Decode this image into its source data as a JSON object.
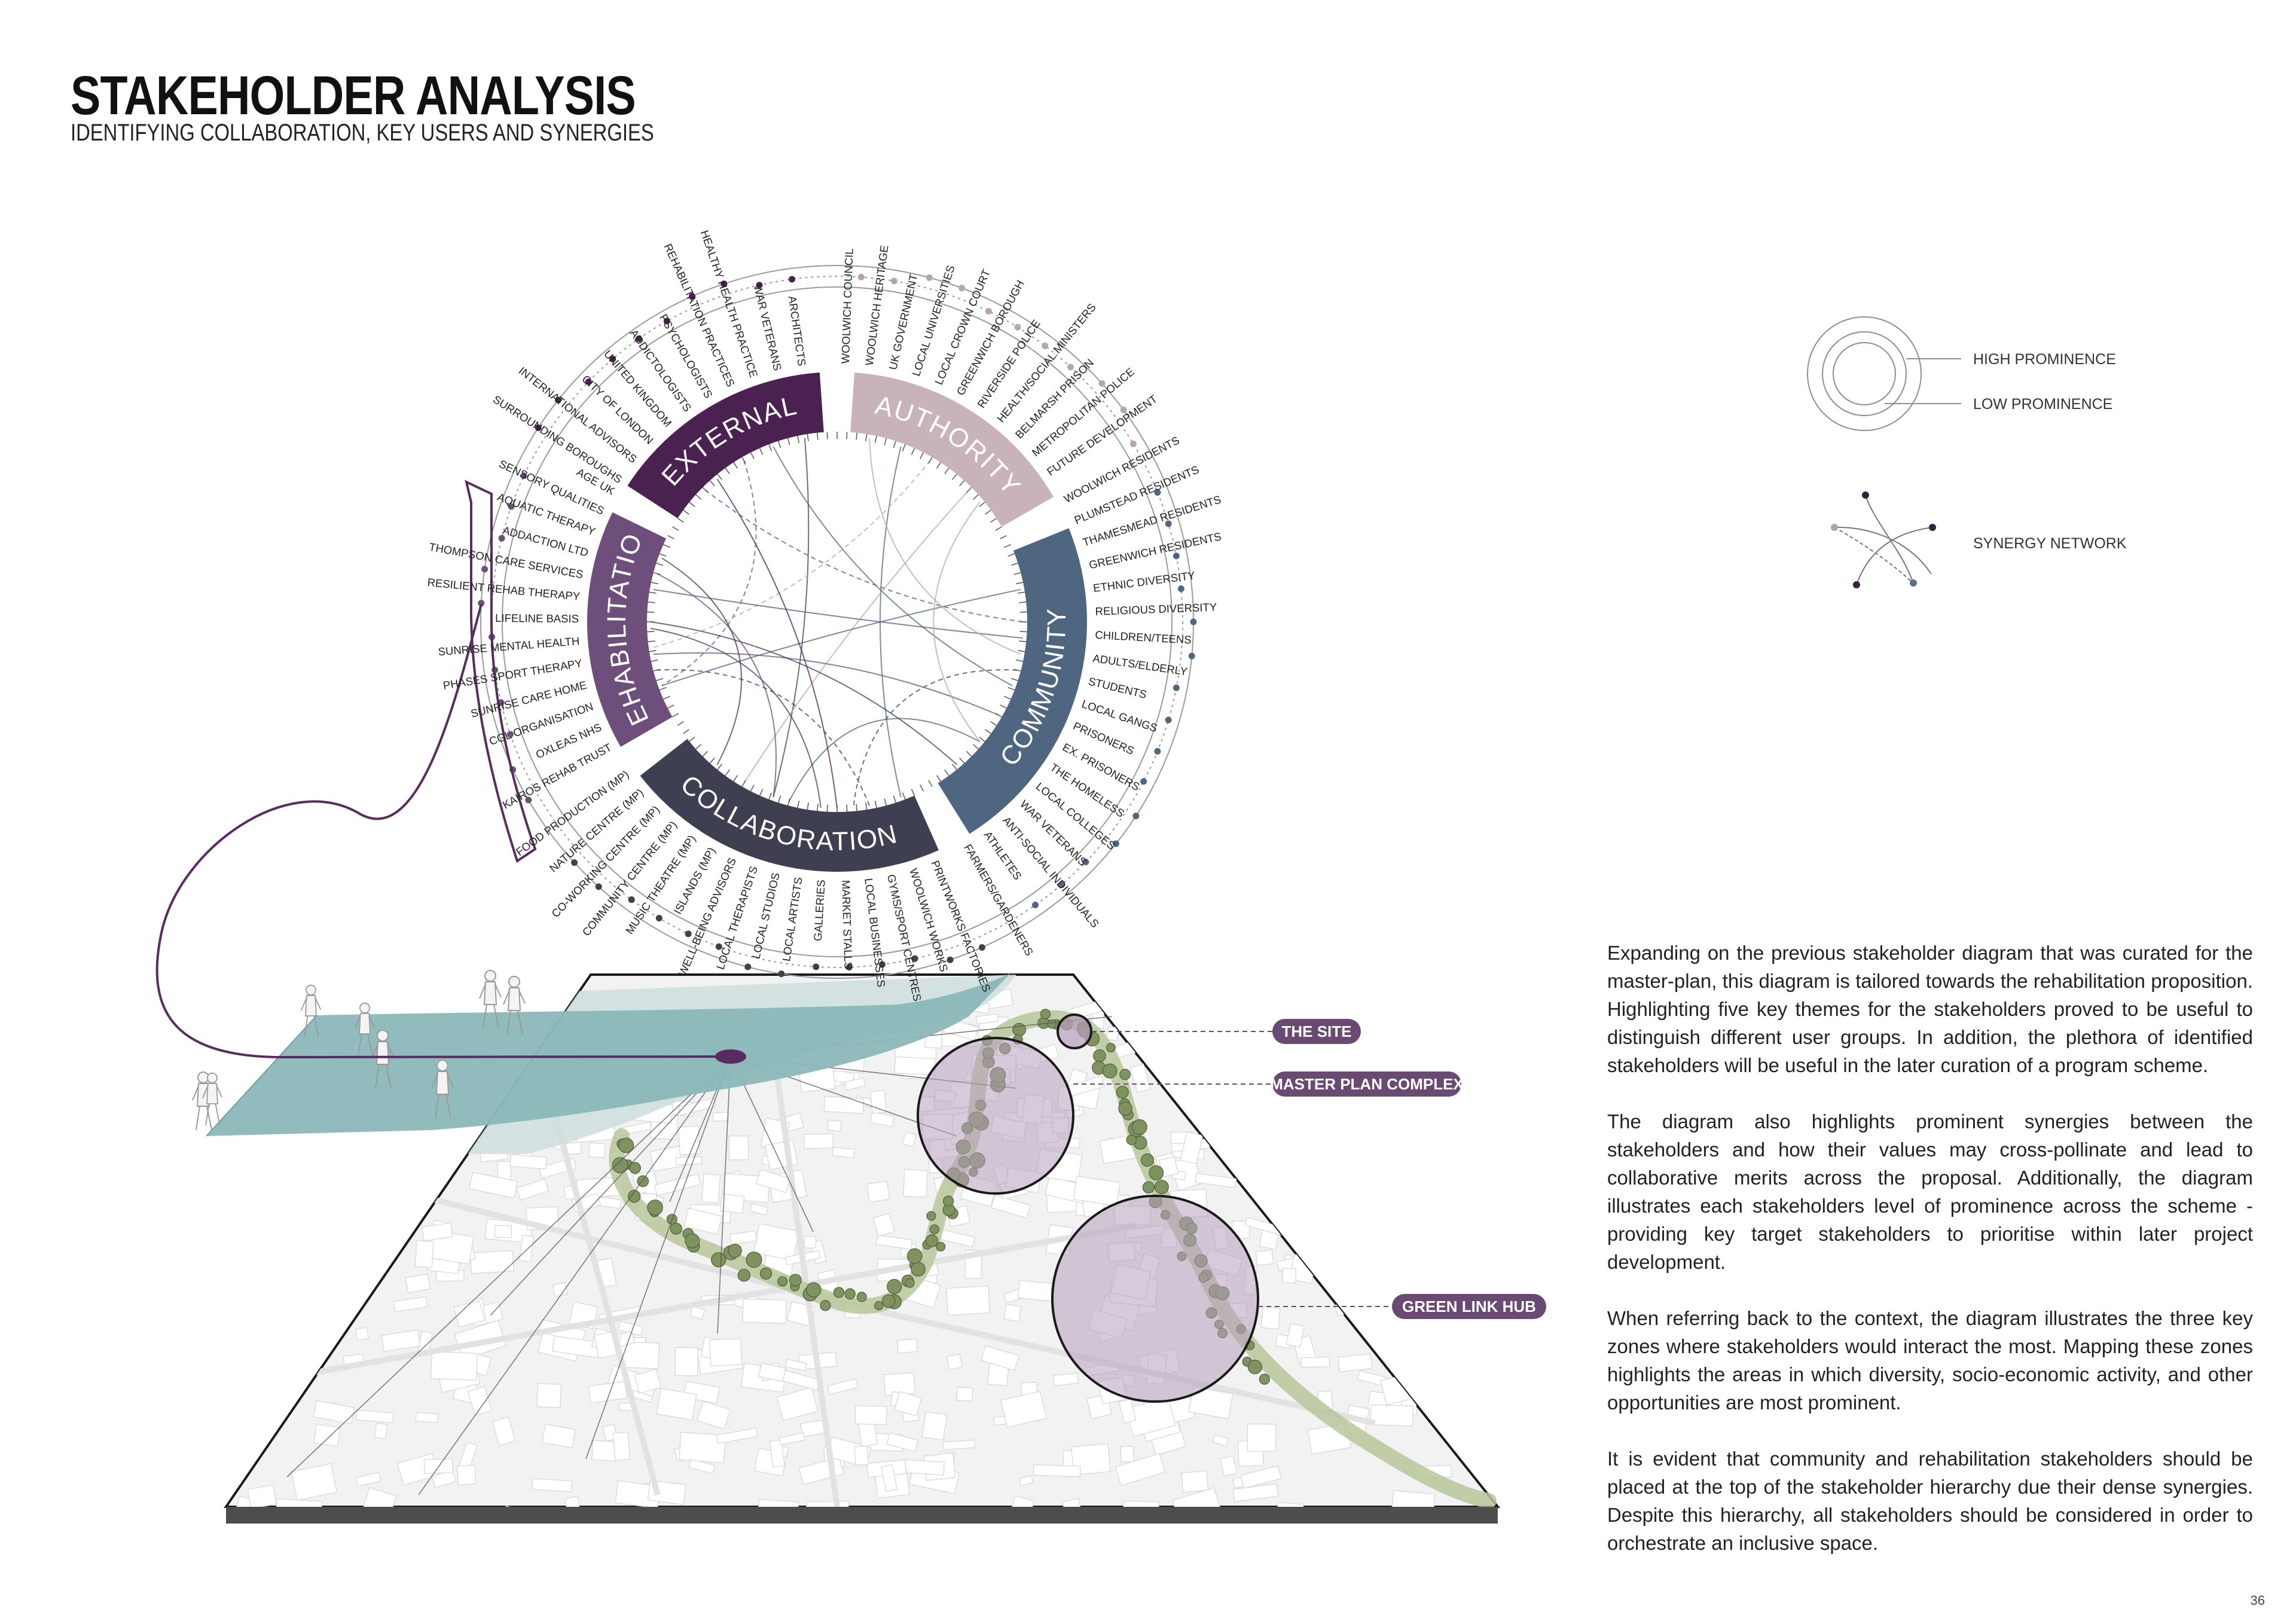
{
  "header": {
    "title": "STAKEHOLDER ANALYSIS",
    "subtitle": "IDENTIFYING COLLABORATION, KEY USERS AND SYNERGIES"
  },
  "colors": {
    "external": "#4a2150",
    "authority": "#c9b3bb",
    "community": "#4f6680",
    "collaboration": "#3e3f51",
    "rehabilitation": "#6e4f7c",
    "river": "#7fb0b3",
    "zone_fill": "#b79ebd",
    "label_pill": "#6a4a73"
  },
  "wheel": {
    "segments": [
      {
        "key": "external",
        "label": "EXTERNAL"
      },
      {
        "key": "authority",
        "label": "AUTHORITY"
      },
      {
        "key": "community",
        "label": "COMMUNITY"
      },
      {
        "key": "collaboration",
        "label": "COLLABORATION"
      },
      {
        "key": "rehabilitation",
        "label": "REHABILITATION"
      }
    ],
    "stakeholders": {
      "external": [
        "SURROUNDING BOROUGHS",
        "INTERNATIONAL ADVISORS",
        "CITY OF LONDON",
        "UNITED KINGDOM",
        "ADDICTOLOGISTS",
        "PSYCHOLOGISTS",
        "REHABILITATION PRACTICES",
        "HEALTHY HEALTH PRACTICE",
        "WAR VETERANS",
        "ARCHITECTS"
      ],
      "authority": [
        "WOOLWICH COUNCIL",
        "WOOLWICH HERITAGE",
        "UK GOVERNMENT",
        "LOCAL UNIVERSITIES",
        "LOCAL CROWN COURT",
        "GREENWICH BOROUGH",
        "RIVERSIDE POLICE",
        "HEALTH/SOCIAL MINISTERS",
        "BELMARSH PRISON",
        "METROPOLITAN POLICE",
        "FUTURE DEVELOPMENT"
      ],
      "community": [
        "WOOLWICH RESIDENTS",
        "PLUMSTEAD RESIDENTS",
        "THAMESMEAD RESIDENTS",
        "GREENWICH RESIDENTS",
        "ETHNIC DIVERSITY",
        "RELIGIOUS DIVERSITY",
        "CHILDREN/TEENS",
        "ADULTS/ELDERLY",
        "STUDENTS",
        "LOCAL GANGS",
        "PRISONERS",
        "EX. PRISONERS",
        "THE HOMELESS",
        "LOCAL COLLEGES",
        "WAR VETERANS",
        "ANTI-SOCIAL INDIVIDUALS",
        "ATHLETES",
        "FARMERS/GARDENERS"
      ],
      "collaboration": [
        "PRINTWORKS FACTORIES",
        "WOOLWICH WORKS",
        "GYMS/SPORT CENTRES",
        "LOCAL BUSINESSES",
        "MARKET STALLS",
        "GALLERIES",
        "LOCAL ARTISTS",
        "LOCAL STUDIOS",
        "LOCAL THERAPISTS",
        "WELL-BEING ADVISORS",
        "ISLANDS (MP)",
        "MUSIC THEATRE (MP)",
        "COMMUNITY CENTRE (MP)",
        "CO-WORKING CENTRE (MP)",
        "NATURE CENTRE (MP)",
        "FOOD PRODUCTION (MP)"
      ],
      "rehabilitation": [
        "KAIROS REHAB TRUST",
        "OXLEAS NHS",
        "CGL ORGANISATION",
        "SUNRISE CARE HOME",
        "PHASES SPORT THERAPY",
        "SUNRISE MENTAL HEALTH",
        "LIFELINE BASIS",
        "RESILIENT REHAB THERAPY",
        "THOMPSON CARE SERVICES",
        "ADDACTION LTD",
        "AQUATIC THERAPY",
        "SENSORY QUALITIES",
        "AGE UK"
      ]
    }
  },
  "legend": {
    "high": "HIGH PROMINENCE",
    "low": "LOW PROMINENCE",
    "synergy": "SYNERGY NETWORK"
  },
  "map_labels": {
    "site": "THE SITE",
    "masterplan": "MASTER PLAN COMPLEX",
    "greenlink": "GREEN LINK HUB"
  },
  "body": {
    "p1": "Expanding on the previous stakeholder diagram that was curated for the master-plan, this diagram is tailored towards the rehabilitation proposition. Highlighting five key themes for the stakeholders proved to be useful to distinguish different user groups. In addition, the plethora of identified stakeholders will be useful in the later curation of a program scheme.",
    "p2": "The diagram also highlights prominent synergies between the stakeholders and how their values may cross-pollinate and lead to collaborative merits across the proposal. Additionally, the diagram illustrates each stakeholders level of prominence across the scheme - providing key target stakeholders to prioritise within later project development.",
    "p3": "When referring back to the context, the diagram illustrates the three key zones where stakeholders would interact the most. Mapping these zones highlights the areas in which diversity, socio-economic activity, and other opportunities are most prominent.",
    "p4": "It is evident that community and rehabilitation stakeholders should be placed at the top of the stakeholder hierarchy due their dense synergies. Despite this hierarchy, all stakeholders should be considered in order to orchestrate an inclusive space."
  },
  "page_number": "36"
}
